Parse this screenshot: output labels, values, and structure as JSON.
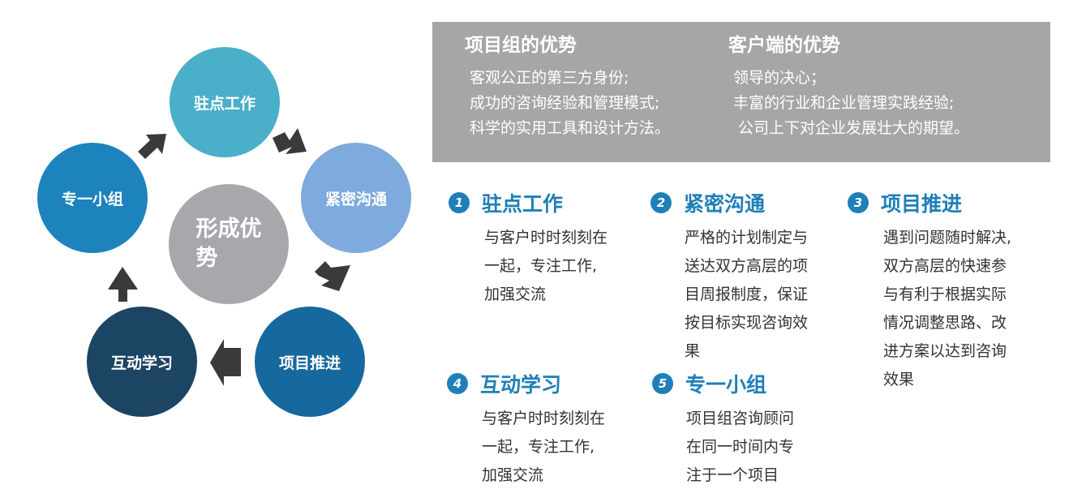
{
  "cycle": {
    "center": {
      "label_line1": "形成优",
      "label_line2": "势",
      "color": "#a6a8ab"
    },
    "nodes": [
      {
        "label": "驻点工作",
        "color": "#4aafc8"
      },
      {
        "label": "紧密沟通",
        "color": "#7eaadd"
      },
      {
        "label": "项目推进",
        "color": "#16699e"
      },
      {
        "label": "互动学习",
        "color": "#1c4463"
      },
      {
        "label": "专一小组",
        "color": "#1d83bd"
      }
    ],
    "arrow_color": "#3a3a3a"
  },
  "advantages": {
    "team": {
      "title": "项目组的优势",
      "lines": [
        "客观公正的第三方身份;",
        "成功的咨询经验和管理模式;",
        "科学的实用工具和设计方法。"
      ]
    },
    "client": {
      "title": "客户端的优势",
      "lines": [
        "领导的决心；",
        "丰富的行业和企业管理实践经验;",
        "公司上下对企业发展壮大的期望。"
      ]
    }
  },
  "items": [
    {
      "num": "1",
      "title": "驻点工作",
      "lines": [
        "与客户时时刻刻在",
        "一起，专注工作,",
        "加强交流"
      ]
    },
    {
      "num": "2",
      "title": "紧密沟通",
      "lines": [
        "严格的计划制定与",
        "送达双方高层的项",
        "目周报制度，保证",
        "按目标实现咨询效",
        "果"
      ]
    },
    {
      "num": "3",
      "title": "项目推进",
      "lines": [
        "遇到问题随时解决,",
        "双方高层的快速参",
        "与有利于根据实际",
        "情况调整思路、改",
        "进方案以达到咨询",
        "效果"
      ]
    },
    {
      "num": "4",
      "title": "互动学习",
      "lines": [
        "与客户时时刻刻在",
        "一起，专注工作,",
        "加强交流"
      ]
    },
    {
      "num": "5",
      "title": "专一小组",
      "lines": [
        "项目组咨询顾问",
        "在同一时间内专",
        "注于一个项目"
      ]
    }
  ],
  "colors": {
    "accent": "#1f7fb8",
    "panel": "#a6a6a6"
  }
}
